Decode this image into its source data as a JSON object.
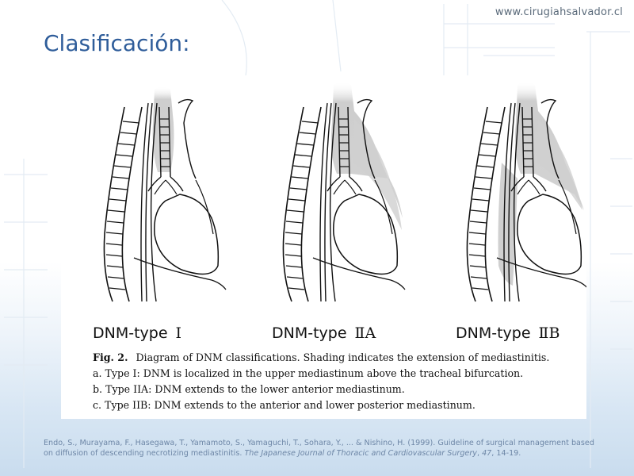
{
  "site_url": "www.cirugiahsalvador.cl",
  "title": "Clasificación:",
  "diagram": {
    "panels": [
      {
        "label_prefix": "DNM-type",
        "label_numeral": "Ⅰ"
      },
      {
        "label_prefix": "DNM-type",
        "label_numeral": "ⅡA"
      },
      {
        "label_prefix": "DNM-type",
        "label_numeral": "ⅡB"
      }
    ],
    "caption": {
      "fig_label": "Fig.  2.",
      "heading": "Diagram of DNM classifications. Shading indicates the extension of mediastinitis.",
      "lines": [
        "a.  Type I: DNM is localized in the upper mediastinum above the tracheal bifurcation.",
        "b.  Type IIA: DNM extends to the lower anterior mediastinum.",
        "c.  Type IIB: DNM extends to the anterior and lower posterior mediastinum."
      ]
    }
  },
  "citation": {
    "authors_text": "Endo, S., Murayama, F., Hasegawa, T., Yamamoto, S., Yamaguchi, T., Sohara, Y., ... & Nishino, H. (1999). Guideline of surgical management based on diffusion of descending necrotizing mediastinitis.",
    "journal": "The Japanese Journal of Thoracic and Cardiovascular Surgery",
    "volume": "47",
    "pages": "14-19."
  },
  "colors": {
    "title": "#2f5d9a",
    "citation": "#6d86a6",
    "shading": "#c8c8c8"
  }
}
